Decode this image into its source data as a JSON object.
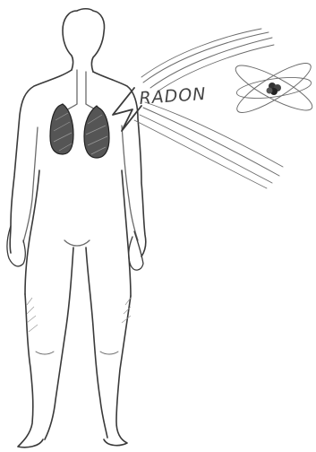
{
  "label": {
    "text": "RADON"
  },
  "colors": {
    "ink": "#3a3a3a",
    "lung_fill": "#555555",
    "background": "#ffffff"
  },
  "elements": {
    "figure": "human-body-sketch",
    "organs": "lungs",
    "atom": "radon-atom-icon",
    "stream": "radiation-stream"
  }
}
